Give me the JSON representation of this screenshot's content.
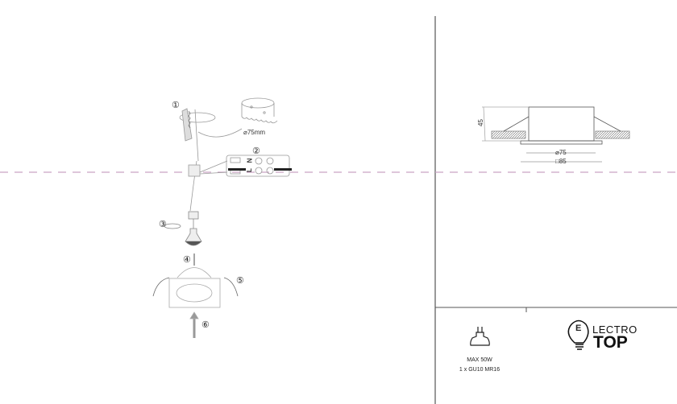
{
  "steps": [
    "①",
    "②",
    "③",
    "④",
    "⑤",
    "⑥"
  ],
  "hole_saw_label": "⌀75mm",
  "terminal": {
    "neutral": "N",
    "live": "L"
  },
  "dimensions": {
    "height": "45",
    "cutout": "⌀75",
    "outer": "□85"
  },
  "specs": {
    "max_power": "MAX 50W",
    "lamp": "1 x GU10 MR16"
  },
  "logo": {
    "letter": "E",
    "top_text": "LECTRO",
    "bottom_text": "TOP"
  },
  "colors": {
    "guide_line": "#c9a3c4",
    "line": "#333333"
  }
}
